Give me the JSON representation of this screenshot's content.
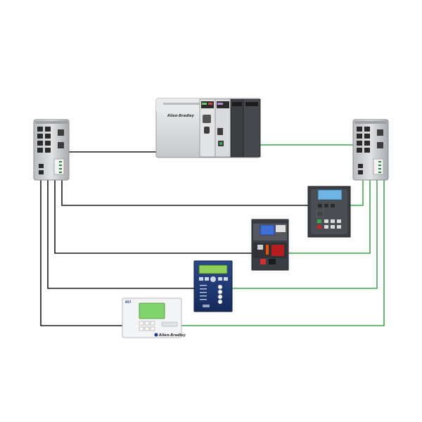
{
  "colors": {
    "black_cable": "#1a1a1a",
    "green_cable": "#3aa84a",
    "switch_body": "#c8cbce",
    "plc_body": "#d9dcdf",
    "relay_dark": "#3a3d42",
    "relay_blue": "#1f3a73",
    "lcd_green": "#7ed36a",
    "screen_blue": "#3f6fd8"
  },
  "devices": {
    "plc": {
      "brand": "Allen-Bradley"
    },
    "hmi_panel": {
      "brand": "Allen-Bradley",
      "model": "857"
    }
  }
}
